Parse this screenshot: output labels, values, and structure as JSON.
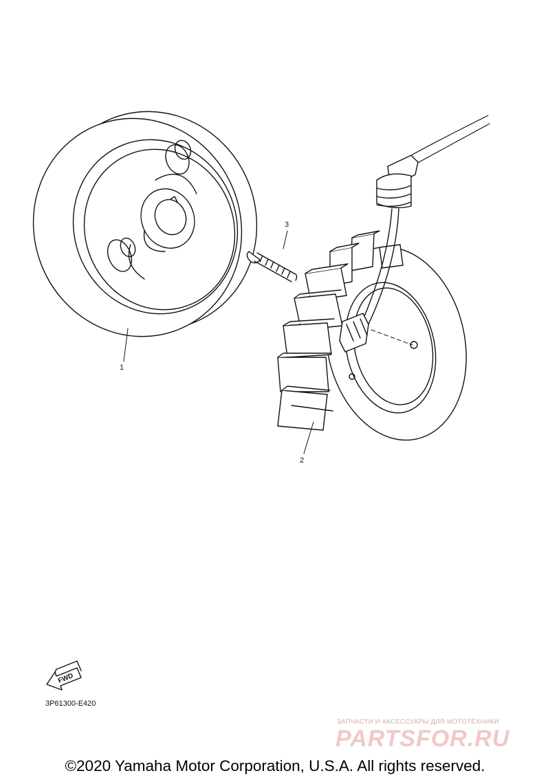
{
  "callouts": {
    "rotor": "1",
    "stator": "2",
    "bolt": "3"
  },
  "fwd_label": "FWD",
  "diagram_code": "3P61300-E420",
  "watermark": {
    "tagline": "ЗАПЧАСТИ И АКСЕССУАРЫ ДЛЯ МОТОТЕХНИКИ",
    "logo": "PARTSFOR.RU"
  },
  "copyright": "©2020 Yamaha Motor Corporation, U.S.A. All rights reserved.",
  "colors": {
    "line": "#111111",
    "watermark": "#f0c9c7"
  }
}
